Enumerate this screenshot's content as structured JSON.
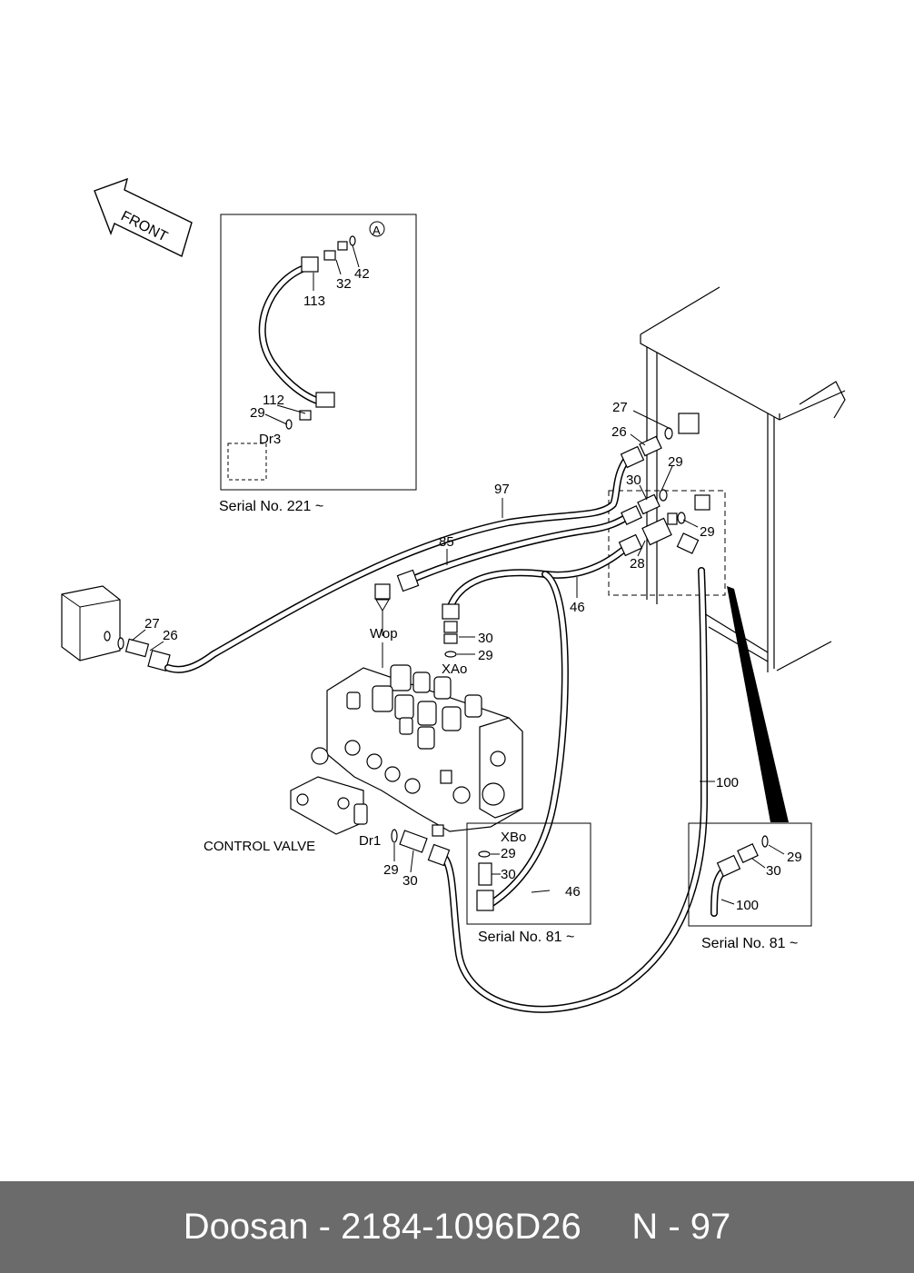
{
  "front_arrow": "FRONT",
  "detail_a": {
    "marker": "A",
    "labels": [
      "113",
      "32",
      "42",
      "112",
      "29",
      "Dr3"
    ],
    "serial": "Serial No. 221 ~"
  },
  "main_labels": {
    "l27a": "27",
    "l26a": "26",
    "l29a": "29",
    "l30a": "30",
    "l29b": "29",
    "l28": "28",
    "l97": "97",
    "l85": "85",
    "l46": "46",
    "l100": "100",
    "l27b": "27",
    "l26b": "26",
    "wop": "Wop",
    "l30b": "30",
    "l29c": "29",
    "xao": "XAo",
    "control_valve": "CONTROL VALVE",
    "dr1": "Dr1",
    "l29d": "29",
    "l30c": "30"
  },
  "detail_xbo": {
    "title": "XBo",
    "labels": [
      "29",
      "30",
      "46"
    ],
    "serial": "Serial No. 81 ~"
  },
  "detail_100": {
    "labels": [
      "29",
      "30",
      "100"
    ],
    "serial": "Serial No. 81 ~"
  },
  "footer": {
    "brand": "Doosan",
    "part_number": "2184-1096D26",
    "page": "N - 97"
  }
}
